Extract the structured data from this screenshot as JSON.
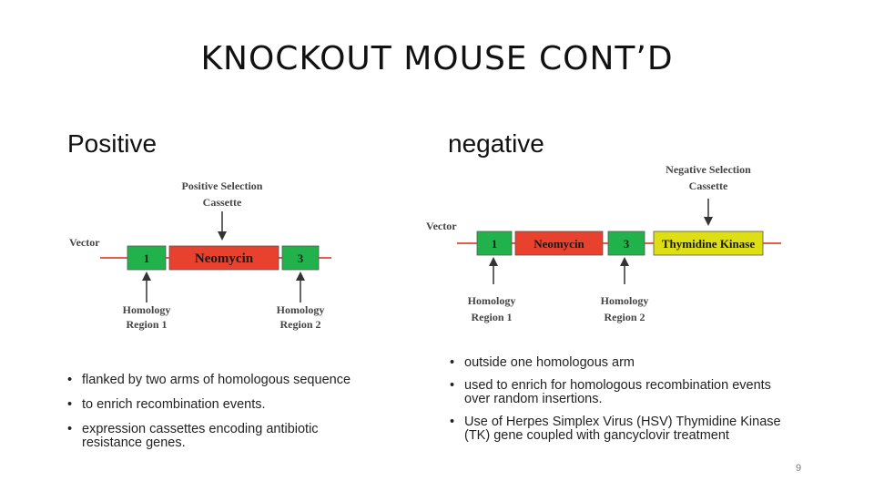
{
  "slide": {
    "title": "KNOCKOUT MOUSE CONT’D",
    "page_number": "9"
  },
  "left": {
    "heading": "Positive",
    "diagram": {
      "cassette_label_line1": "Positive Selection",
      "cassette_label_line2": "Cassette",
      "vector_label": "Vector",
      "box1_label": "1",
      "neomycin_label": "Neomycin",
      "box3_label": "3",
      "homology1_line1": "Homology",
      "homology1_line2": "Region 1",
      "homology2_line1": "Homology",
      "homology2_line2": "Region 2"
    },
    "bullets": [
      "flanked by two arms of homologous sequence",
      "to enrich recombination events.",
      "expression cassettes encoding antibiotic resistance genes."
    ]
  },
  "right": {
    "heading": "negative",
    "diagram": {
      "cassette_label_line1": "Negative Selection",
      "cassette_label_line2": "Cassette",
      "vector_label": "Vector",
      "box1_label": "1",
      "neomycin_label": "Neomycin",
      "box3_label": "3",
      "tk_label": "Thymidine Kinase",
      "homology1_line1": "Homology",
      "homology1_line2": "Region 1",
      "homology2_line1": "Homology",
      "homology2_line2": "Region 2"
    },
    "bullets": [
      "outside one homologous arm",
      "used to enrich for homologous recombination events over random insertions.",
      "Use of Herpes Simplex Virus (HSV) Thymidine Kinase (TK) gene coupled with gancyclovir treatment"
    ]
  },
  "colors": {
    "green_box": "#22b24c",
    "red_box": "#e8412e",
    "yellow_box": "#dede14",
    "vector_line": "#e85a4a",
    "label_text": "#444444"
  }
}
